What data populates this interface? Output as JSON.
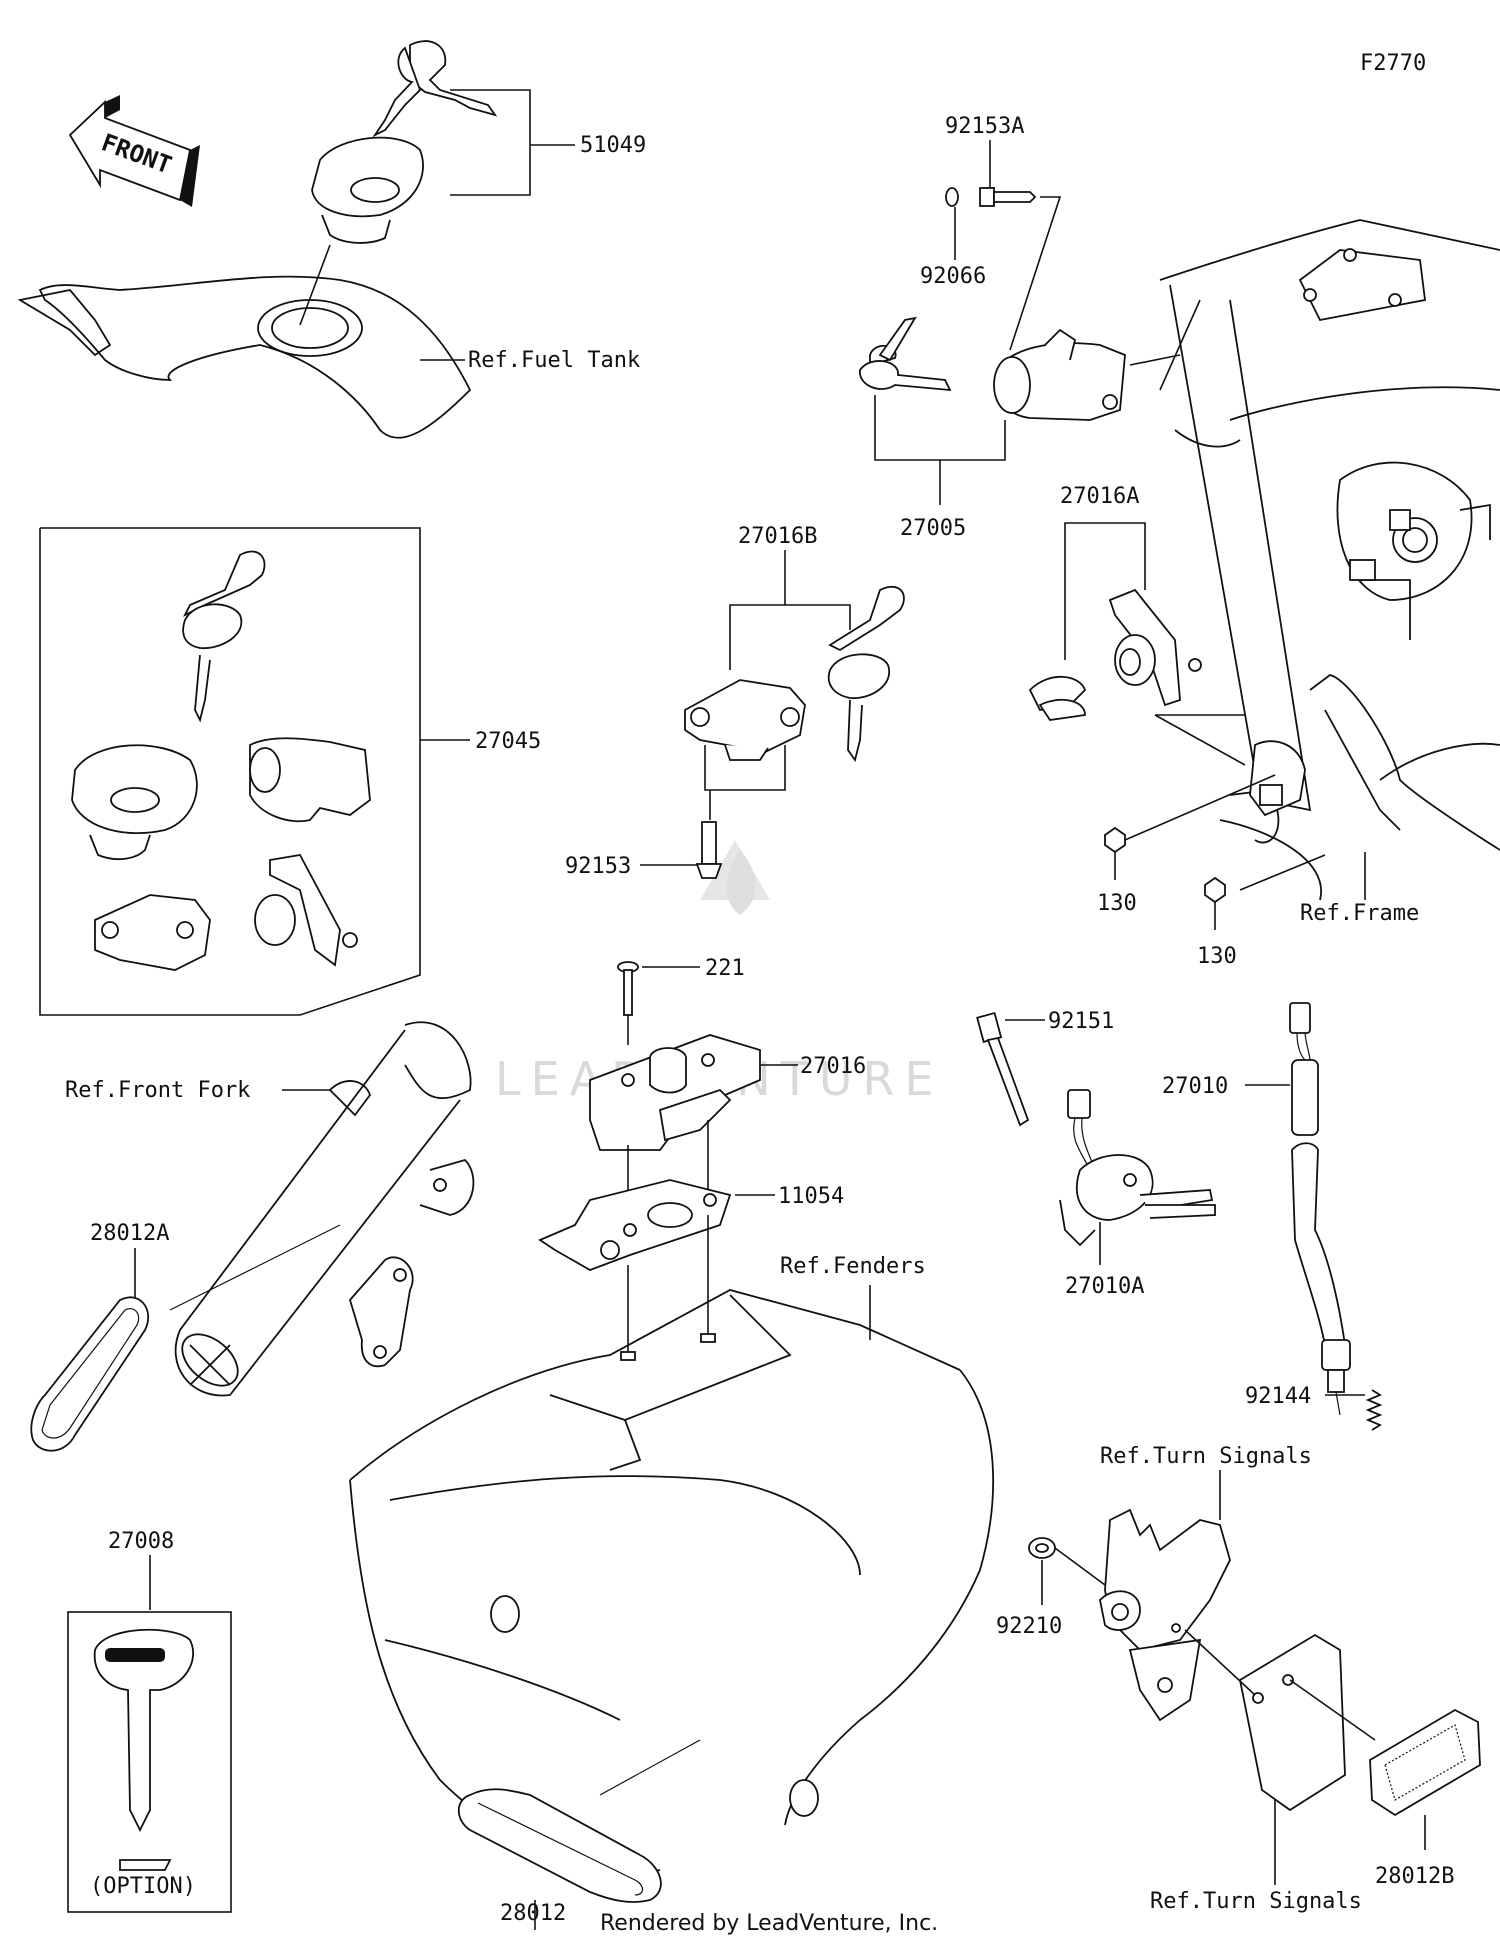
{
  "figure_code": "F2770",
  "front_label": "FRONT",
  "watermark": "LEADVENTURE",
  "footer": "Rendered by LeadVenture, Inc.",
  "option_label": "(OPTION)",
  "parts": {
    "p51049": "51049",
    "ref_fuel_tank": "Ref.Fuel Tank",
    "p92153A": "92153A",
    "p92066": "92066",
    "p27005": "27005",
    "p27016B": "27016B",
    "p27016A": "27016A",
    "p27045": "27045",
    "p92153": "92153",
    "p130a": "130",
    "p130b": "130",
    "ref_frame": "Ref.Frame",
    "p221": "221",
    "p92151": "92151",
    "p27016": "27016",
    "p27010": "27010",
    "ref_front_fork": "Ref.Front Fork",
    "p11054": "11054",
    "p28012A": "28012A",
    "ref_fenders": "Ref.Fenders",
    "p27010A": "27010A",
    "p92144": "92144",
    "ref_turn_signals_top": "Ref.Turn Signals",
    "p27008": "27008",
    "p92210": "92210",
    "p28012B": "28012B",
    "p28012": "28012",
    "ref_turn_signals_bottom": "Ref.Turn Signals"
  }
}
